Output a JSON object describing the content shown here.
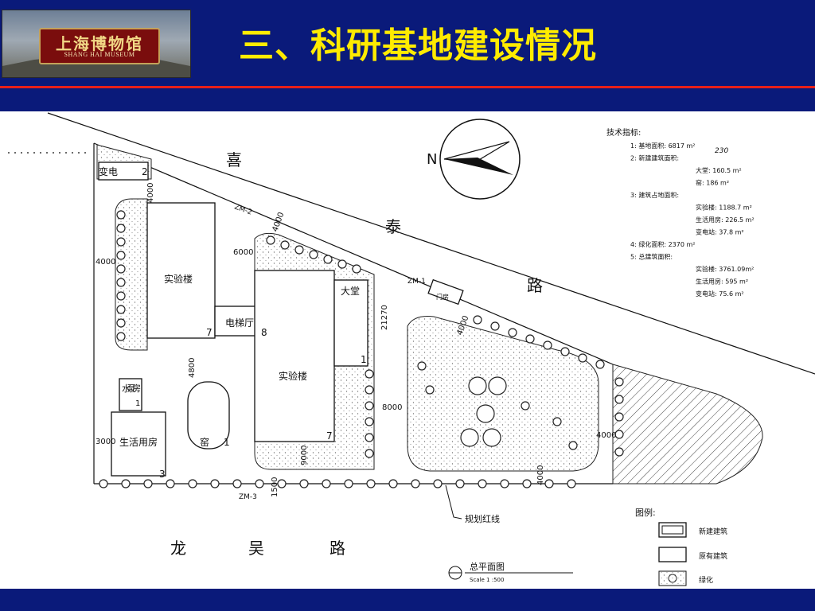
{
  "header": {
    "logo": {
      "name_cn": "上海博物馆",
      "name_en": "SHANG HAI MUSEUM"
    },
    "title": "三、科研基地建设情况"
  },
  "plan": {
    "roads": {
      "xi": "喜",
      "tai": "泰",
      "lu1": "路",
      "long": "龙",
      "wu": "吴",
      "lu2": "路"
    },
    "compass_label": "N",
    "buildings": {
      "substation": "变电",
      "substation_num": "2",
      "lab_left": "实验楼",
      "lab_left_num": "7",
      "elevator_hall": "电梯厅",
      "elevator_num": "8",
      "lab_main": "实验楼",
      "lab_main_num": "7",
      "hall": "大堂",
      "hall_num": "1",
      "pump_room": "水泵房",
      "pump_num": "1",
      "living": "生活用房",
      "living_num": "3",
      "kiln": "窑",
      "kiln_num": "1",
      "gate": "门房"
    },
    "dims": {
      "d4000_a": "4000",
      "d4000_b": "4000",
      "d4000_c": "4000",
      "d4000_d": "4000",
      "d4000_e": "4000",
      "d4000_f": "4000",
      "d6000": "6000",
      "d21270": "21270",
      "d4800": "4800",
      "d8000": "8000",
      "d9000": "9000",
      "d3000": "3000",
      "d1500": "1500"
    },
    "gates": {
      "zm1": "ZM-1",
      "zm2": "ZM-2",
      "zm3": "ZM-3"
    },
    "redline": "规划红线",
    "plan_title": "总平面图",
    "scale": "Scale 1 :500",
    "tech": {
      "heading": "技术指标:",
      "rows": [
        "1:  基地面积: 6817 m²",
        "2:  新建建筑面积:",
        "大堂: 160.5 m²",
        "窑:   186 m²",
        "3:  建筑占地面积:",
        "实验楼: 1188.7 m²",
        "生活用房: 226.5 m²",
        "变电站:  37.8 m²",
        "4:  绿化面积:   2370 m²",
        "5:  总建筑面积:",
        "实验楼:  3761.09m²",
        "生活用房: 595 m²",
        "变电站:  75.6 m²"
      ],
      "handwritten": "230"
    },
    "legend": {
      "heading": "图例:",
      "items": [
        "新建建筑",
        "原有建筑",
        "绿化"
      ]
    }
  }
}
